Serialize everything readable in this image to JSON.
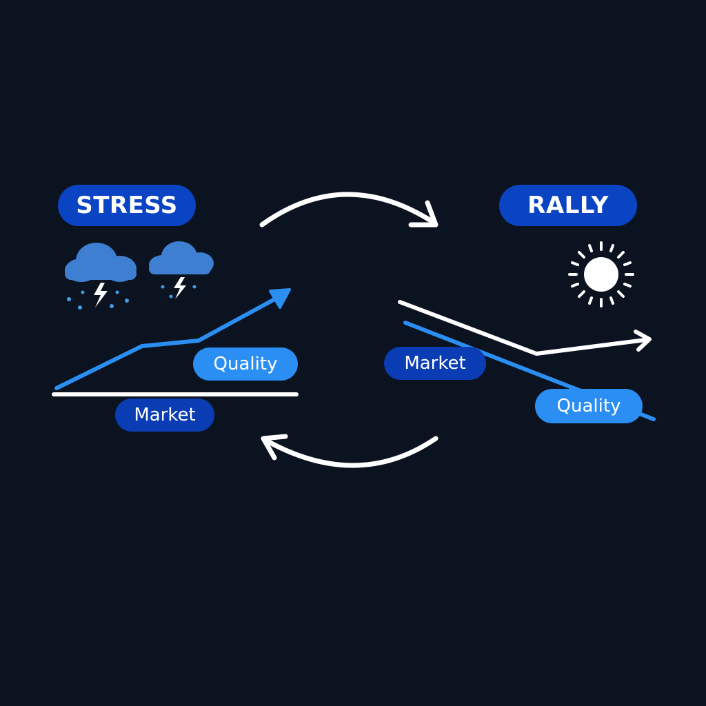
{
  "regimes": {
    "stress": {
      "label": "STRESS",
      "icon": "storm-cloud-icon"
    },
    "rally": {
      "label": "RALLY",
      "icon": "sun-icon"
    }
  },
  "stress_panel": {
    "quality_label": "Quality",
    "market_label": "Market"
  },
  "rally_panel": {
    "market_label": "Market",
    "quality_label": "Quality"
  },
  "cycle": {
    "forward_arrow": "curved-arrow-right-icon",
    "return_arrow": "curved-arrow-left-icon"
  },
  "colors": {
    "background": "#0b1320",
    "regime_pill": "#0a44c2",
    "market_pill": "#0a3cb4",
    "quality_pill": "#2a8ef2",
    "quality_line": "#2a8ef2",
    "market_line": "#ffffff",
    "cloud": "#3f7fd1"
  }
}
